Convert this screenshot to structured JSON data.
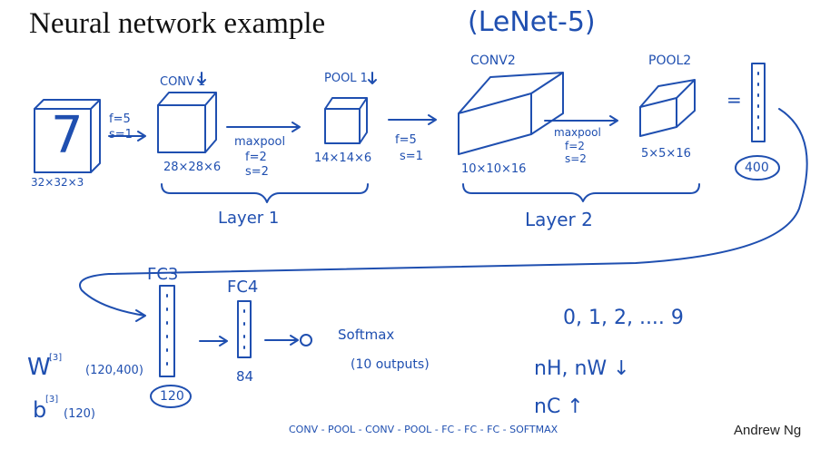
{
  "slide": {
    "title": "Neural network example",
    "title_note": "(LeNet-5)",
    "author": "Andrew Ng"
  },
  "ink_color": "#1f4fb0",
  "layers": {
    "input": {
      "digit": "7",
      "size": "32×32×3"
    },
    "conv1": {
      "label": "CONV 1",
      "size": "28×28×6",
      "hyper": [
        "f=5",
        "s=1"
      ]
    },
    "maxpool1": {
      "label": "maxpool",
      "hyper": [
        "f=2",
        "s=2"
      ]
    },
    "pool1": {
      "label": "POOL 1",
      "size": "14×14×6",
      "hyper": [
        "f=5",
        "s=1"
      ]
    },
    "conv2": {
      "label": "CONV2",
      "size": "10×10×16"
    },
    "maxpool2": {
      "label": "maxpool",
      "hyper": [
        "f=2",
        "s=2"
      ]
    },
    "pool2": {
      "label": "POOL2",
      "size": "5×5×16"
    },
    "flatten": {
      "equals": "=",
      "units": "400"
    },
    "fc3": {
      "label": "FC3",
      "units": "120"
    },
    "fc4": {
      "label": "FC4",
      "units": "84"
    },
    "softmax": {
      "label": "Softmax",
      "note": "(10 outputs)"
    }
  },
  "braces": {
    "layer1": "Layer 1",
    "layer2": "Layer 2"
  },
  "params": {
    "weights": "W",
    "weights_sup": "[3]",
    "weights_dim": "(120,400)",
    "bias": "b",
    "bias_sup": "[3]",
    "bias_dim": "(120)"
  },
  "notes": {
    "classes": "0, 1, 2, .... 9",
    "nh_nw": "nH, nW ↓",
    "nc": "nC ↑",
    "pattern": "CONV - POOL - CONV - POOL - FC - FC - FC - SOFTMAX"
  }
}
